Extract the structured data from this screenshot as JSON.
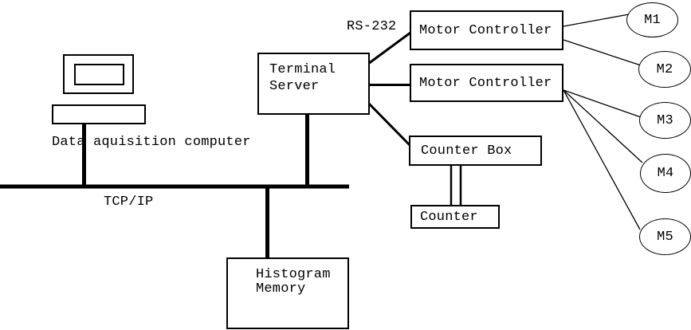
{
  "nodes": {
    "data_acquisition_computer": {
      "caption": "Data aquisition computer"
    },
    "terminal_server": {
      "lines": [
        "Terminal",
        "Server"
      ]
    },
    "motor_controller_1": {
      "label": "Motor Controller"
    },
    "motor_controller_2": {
      "label": "Motor Controller"
    },
    "counter_box": {
      "label": "Counter Box"
    },
    "counter": {
      "label": "Counter"
    },
    "histogram_memory": {
      "lines": [
        "Histogram",
        "Memory"
      ]
    }
  },
  "motors": [
    {
      "label": "M1"
    },
    {
      "label": "M2"
    },
    {
      "label": "M3"
    },
    {
      "label": "M4"
    },
    {
      "label": "M5"
    }
  ],
  "link_labels": {
    "network": "TCP/IP",
    "serial": "RS-232"
  },
  "colors": {
    "ink": "#000000",
    "background": "#ffffff"
  }
}
